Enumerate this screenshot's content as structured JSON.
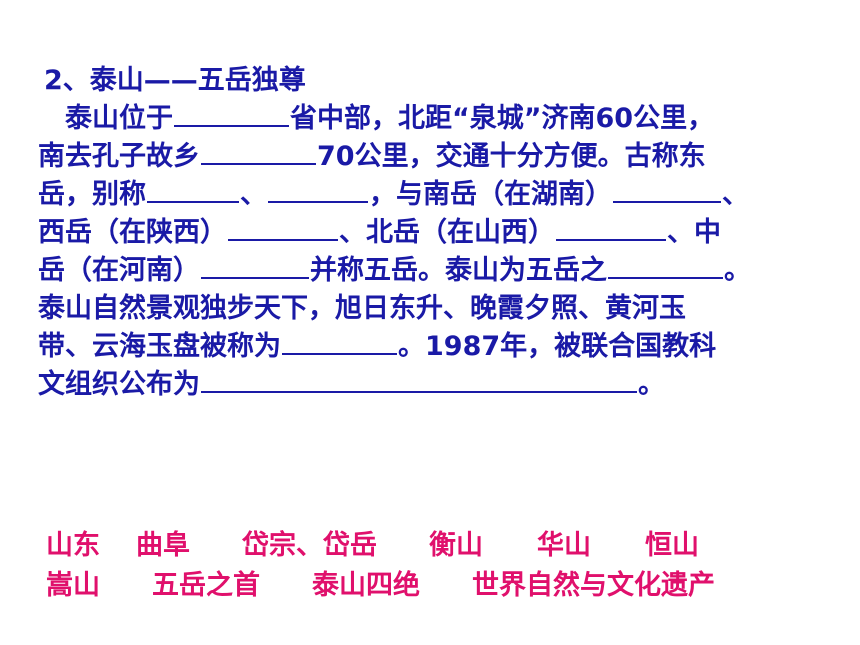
{
  "heading": "2、泰山——五岳独尊",
  "body": {
    "l1_a": "泰山位于",
    "l1_b": "省中部，北距“泉城”济南60公里，",
    "l2_a": "南去孔子故乡",
    "l2_b": "70公里，交通十分方便。古称东",
    "l3_a": "岳，别称",
    "l3_b": "、",
    "l3_c": "，与南岳（在湖南）",
    "l3_d": "、",
    "l4_a": "西岳（在陕西）",
    "l4_b": "、北岳（在山西）",
    "l4_c": "、中",
    "l5_a": "岳（在河南）",
    "l5_b": "并称五岳。泰山为五岳之",
    "l5_c": "。",
    "l6_a": "泰山自然景观独步天下，旭日东升、晚霞夕照、黄河玉",
    "l7_a": "带、云海玉盘被称为",
    "l7_b": "。1987年，被联合国教科",
    "l8_a": "文组织公布为",
    "l8_b": "。"
  },
  "answers": {
    "row1": [
      "山东",
      "曲阜",
      "岱宗、岱岳",
      "衡山",
      "华山",
      "恒山"
    ],
    "row2": [
      "嵩山",
      "五岳之首",
      "泰山四绝",
      "世界自然与文化遗产"
    ]
  },
  "colors": {
    "text": "#1a1aa6",
    "answers": "#e0106c",
    "background": "#ffffff"
  }
}
